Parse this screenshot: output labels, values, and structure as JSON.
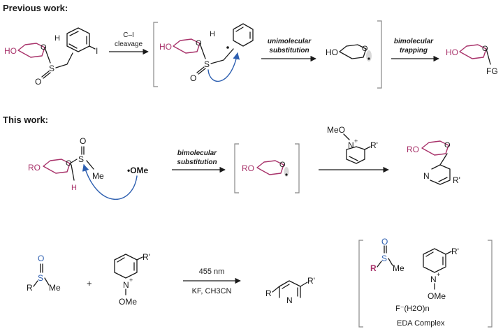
{
  "colors": {
    "sugar": "#a8326a",
    "curly_arrow": "#2d5fb0",
    "text": "#1a1a1a",
    "sulfur_blue": "#2d5fb0",
    "bracket": "#888888"
  },
  "section_previous": {
    "heading": "Previous work:",
    "hydroxyl": "HO",
    "hydrogen": "H",
    "sulfoxide": "S",
    "oxygen": "O",
    "iodine": "I",
    "arrow1_line1": "C–I",
    "arrow1_line2": "cleavage",
    "arrow2_line1": "unimolecular",
    "arrow2_line2": "substitution",
    "arrow3_line1": "bimolecular",
    "arrow3_line2": "trapping",
    "functional_group": "FG"
  },
  "section_this": {
    "heading": "This work:",
    "protecting_group": "RO",
    "hydrogen": "H",
    "sulfoxide": "S",
    "oxygen": "O",
    "methyl": "Me",
    "methoxy_radical": "•OMe",
    "arrow1_line1": "bimolecular",
    "arrow1_line2": "substitution",
    "methoxy_top": "MeO",
    "n_plus": "N",
    "plus": "+",
    "r_prime": "R'",
    "pyridine_n": "N"
  },
  "section_general": {
    "r_group": "R",
    "sulfur": "S",
    "oxygen": "O",
    "methyl": "Me",
    "plus_sign": "+",
    "pyridinium_n": "N",
    "plus": "+",
    "methoxy": "OMe",
    "r_prime": "R'",
    "condition_top": "455 nm",
    "condition_bottom": "KF, CH3CN",
    "product_r": "R",
    "product_n": "N",
    "eda_r": "R",
    "eda_s": "S",
    "eda_o": "O",
    "eda_me": "Me",
    "eda_n": "N",
    "eda_plus": "+",
    "eda_r_prime": "R'",
    "eda_ome": "OMe",
    "fluoride_hydrate": "F⁻(H2O)n",
    "eda_label": "EDA Complex"
  }
}
